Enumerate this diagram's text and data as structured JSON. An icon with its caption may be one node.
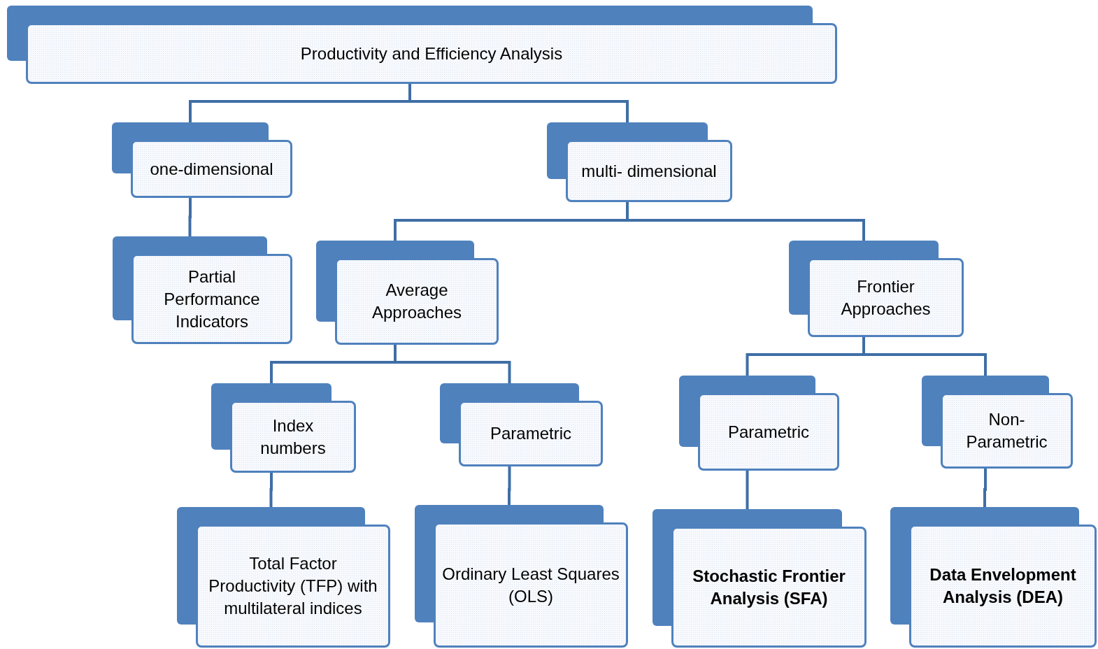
{
  "diagram": {
    "nodes": [
      {
        "text": [
          "Productivity and Efficiency Analysis"
        ]
      },
      {
        "text": [
          "one-dimensional"
        ]
      },
      {
        "text": [
          "multi- dimensional"
        ]
      },
      {
        "text": [
          "Partial Performance Indicators"
        ]
      },
      {
        "text": [
          "Average Approaches"
        ]
      },
      {
        "text": [
          "Frontier Approaches"
        ]
      },
      {
        "text": [
          "Index numbers"
        ]
      },
      {
        "text": [
          "Parametric"
        ]
      },
      {
        "text": [
          "Parametric"
        ]
      },
      {
        "text": [
          "Non- Parametric"
        ]
      },
      {
        "text": [
          "Total Factor Productivity (TFP) with multilateral indices"
        ]
      },
      {
        "text": [
          "Ordinary Least Squares (OLS)"
        ]
      },
      {
        "text": [
          "Stochastic Frontier Analysis (SFA)"
        ]
      },
      {
        "text": [
          "Data Envelopment Analysis (DEA)"
        ]
      }
    ],
    "edges": [
      {
        "from": 0,
        "to": 1,
        "arrow": "none"
      },
      {
        "from": 0,
        "to": 2,
        "arrow": "none"
      },
      {
        "from": 1,
        "to": 3,
        "arrow": "none"
      },
      {
        "from": 2,
        "to": 4,
        "arrow": "none"
      },
      {
        "from": 2,
        "to": 5,
        "arrow": "none"
      },
      {
        "from": 4,
        "to": 6,
        "arrow": "none"
      },
      {
        "from": 4,
        "to": 7,
        "arrow": "none"
      },
      {
        "from": 5,
        "to": 8,
        "arrow": "none"
      },
      {
        "from": 5,
        "to": 9,
        "arrow": "none"
      },
      {
        "from": 6,
        "to": 10,
        "arrow": "none"
      },
      {
        "from": 7,
        "to": 11,
        "arrow": "none"
      },
      {
        "from": 8,
        "to": 12,
        "arrow": "none"
      },
      {
        "from": 9,
        "to": 13,
        "arrow": "none"
      }
    ]
  }
}
